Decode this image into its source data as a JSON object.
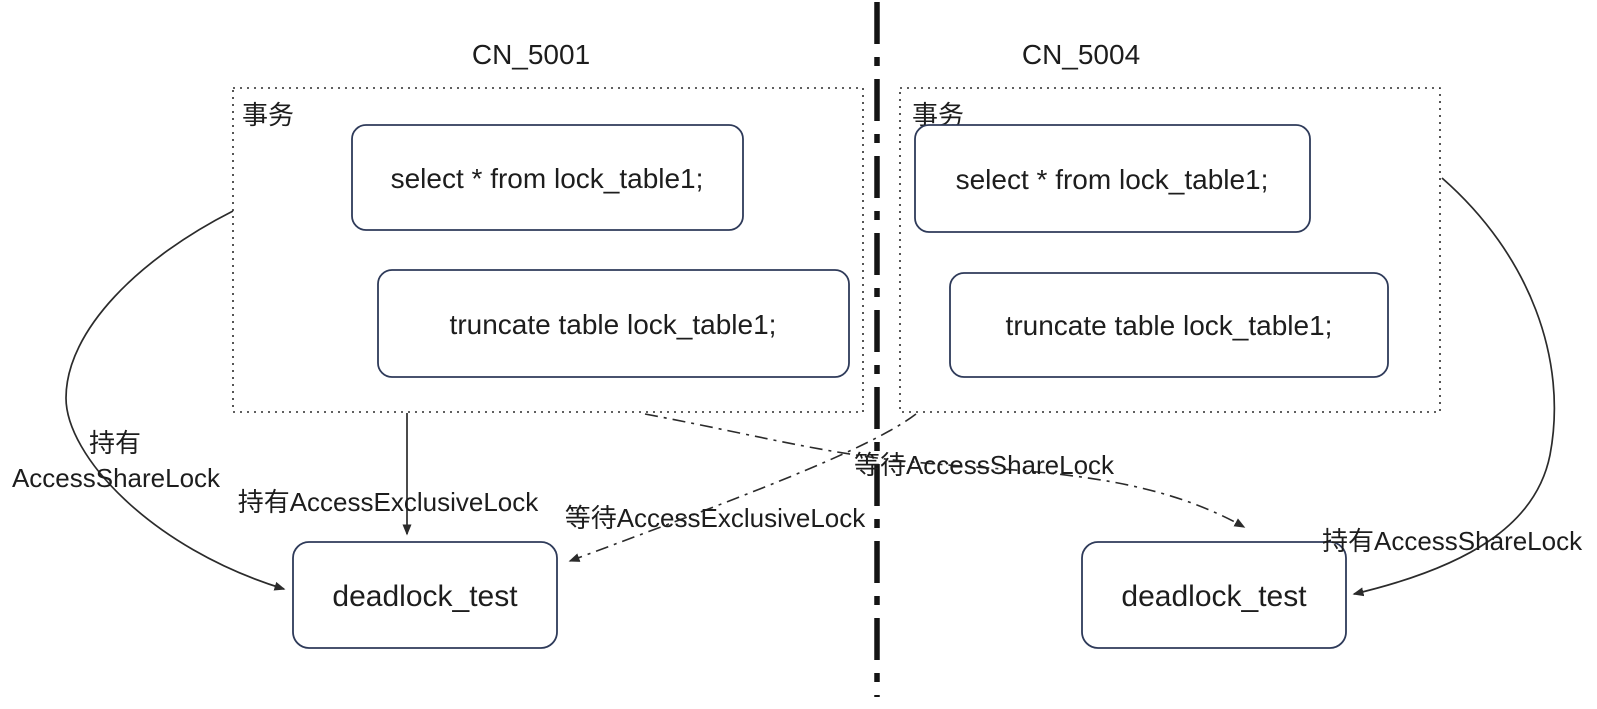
{
  "panels": {
    "left": {
      "title": "CN_5001",
      "transaction_label": "事务",
      "statements": [
        "select * from lock_table1;",
        "truncate table lock_table1;"
      ],
      "table_node": "deadlock_test"
    },
    "right": {
      "title": "CN_5004",
      "transaction_label": "事务",
      "statements": [
        "select * from lock_table1;",
        "truncate table lock_table1;"
      ],
      "table_node": "deadlock_test"
    }
  },
  "edges": {
    "left_hold_share_line1": "持有",
    "left_hold_share_line2": "AccessShareLock",
    "left_hold_exclusive": "持有AccessExclusiveLock",
    "wait_exclusive": "等待AccessExclusiveLock",
    "wait_share": "等待AccessShareLock",
    "right_hold_share": "持有AccessShareLock"
  },
  "colors": {
    "border": "#2e3a59",
    "line": "#2b2b2b",
    "text": "#1d1d1d",
    "divider": "#141414",
    "background": "#ffffff"
  }
}
